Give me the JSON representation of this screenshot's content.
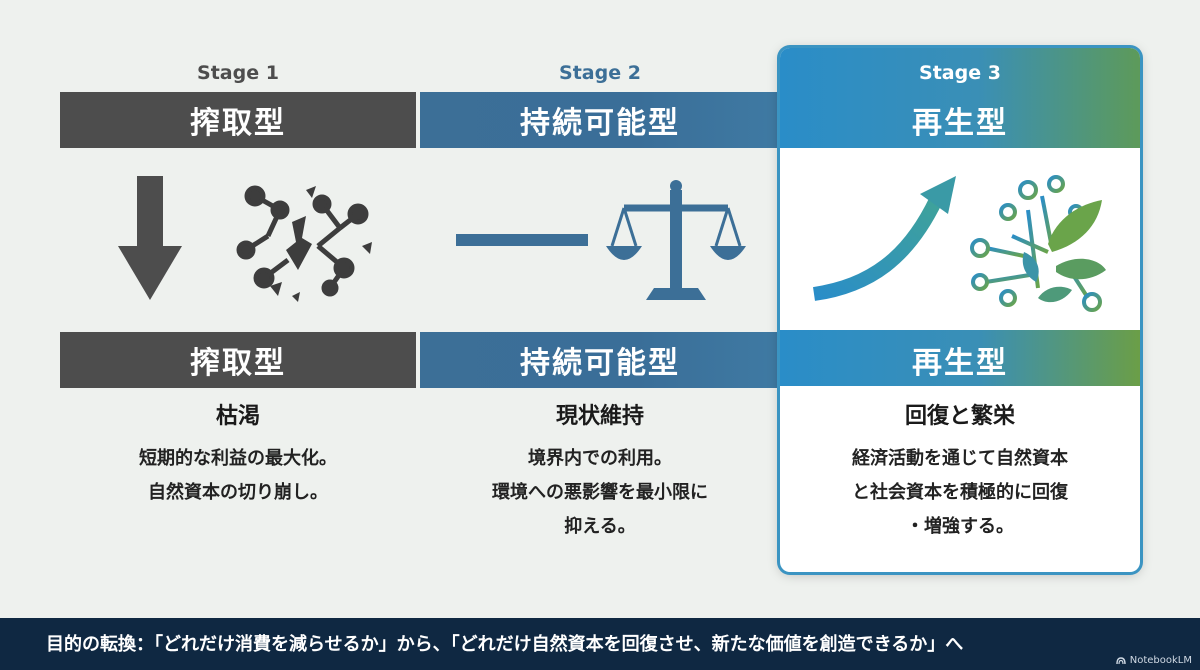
{
  "stages": [
    {
      "stage_label": "Stage 1",
      "title": "搾取型",
      "heading": "枯渇",
      "description": [
        "短期的な利益の最大化。",
        "自然資本の切り崩し。"
      ],
      "icons": [
        "down-arrow-icon",
        "broken-network-icon"
      ]
    },
    {
      "stage_label": "Stage 2",
      "title": "持続可能型",
      "heading": "現状維持",
      "description": [
        "境界内での利用。",
        "環境への悪影響を最小限に",
        "抑える。"
      ],
      "icons": [
        "flat-line-icon",
        "balance-scale-icon"
      ]
    },
    {
      "stage_label": "Stage 3",
      "title": "再生型",
      "heading": "回復と繁栄",
      "description": [
        "経済活動を通じて自然資本",
        "と社会資本を積極的に回復",
        "・増強する。"
      ],
      "icons": [
        "rising-arrow-icon",
        "growing-network-leaf-icon"
      ]
    }
  ],
  "footer": {
    "text": "目的の転換：「どれだけ消費を減らせるか」から、「どれだけ自然資本を回復させ、新たな価値を創造できるか」へ",
    "brand": "NotebookLM"
  },
  "colors": {
    "stage1": "#4d4d4d",
    "stage2": "#3c6f97",
    "stage3_start": "#2a8dc8",
    "stage3_end": "#6b9e47",
    "footer": "#0f2842"
  }
}
